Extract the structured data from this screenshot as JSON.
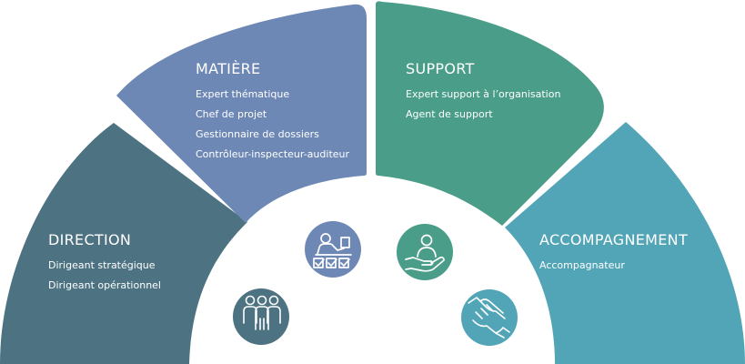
{
  "segments": {
    "direction": {
      "title": "DIRECTION",
      "color": "#4d7282",
      "items": [
        "Dirigeant stratégique",
        "Dirigeant opérationnel"
      ]
    },
    "matiere": {
      "title": "MATIÈRE",
      "color": "#6e88b5",
      "items": [
        "Expert thématique",
        "Chef de projet",
        "Gestionnaire de dossiers",
        "Contrôleur-inspecteur-auditeur"
      ]
    },
    "support": {
      "title": "SUPPORT",
      "color": "#4a9d88",
      "items": [
        "Expert support à l’organisation",
        "Agent de support"
      ]
    },
    "accompagnement": {
      "title": "ACCOMPAGNEMENT",
      "color": "#52a5b6",
      "items": [
        "Accompagnateur"
      ]
    }
  },
  "icons": {
    "direction": "group-people-icon",
    "matiere": "person-at-desk-checklist-icon",
    "support": "hand-holding-person-icon",
    "accompagnement": "handshake-icon"
  }
}
